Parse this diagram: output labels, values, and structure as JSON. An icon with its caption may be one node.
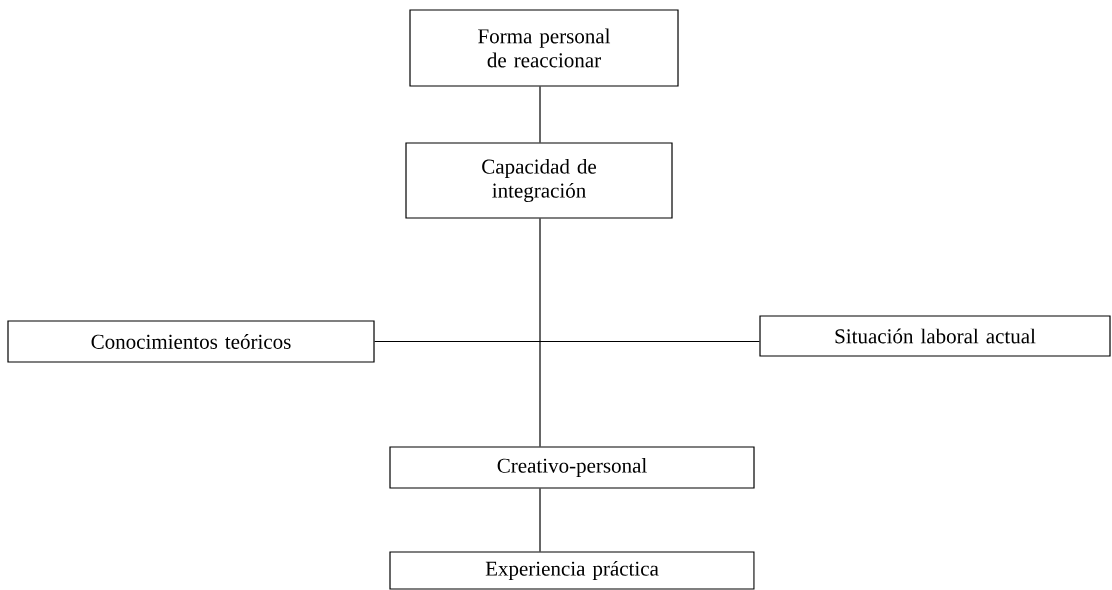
{
  "diagram": {
    "nodes": [
      {
        "text": [
          "Forma personal de reaccionar"
        ]
      },
      {
        "text": [
          "Capacidad de integración"
        ]
      },
      {
        "text": [
          "Conocimientos teóricos"
        ]
      },
      {
        "text": [
          "Situación laboral actual"
        ]
      },
      {
        "text": [
          "Creativo-personal"
        ]
      },
      {
        "text": [
          "Experiencia práctica"
        ]
      }
    ],
    "edges": [
      {
        "from": 0,
        "to": 1,
        "arrow": "none"
      },
      {
        "from": 1,
        "to": 4,
        "arrow": "none"
      },
      {
        "from": 2,
        "to": 3,
        "arrow": "none"
      },
      {
        "from": 4,
        "to": 5,
        "arrow": "none"
      }
    ]
  }
}
